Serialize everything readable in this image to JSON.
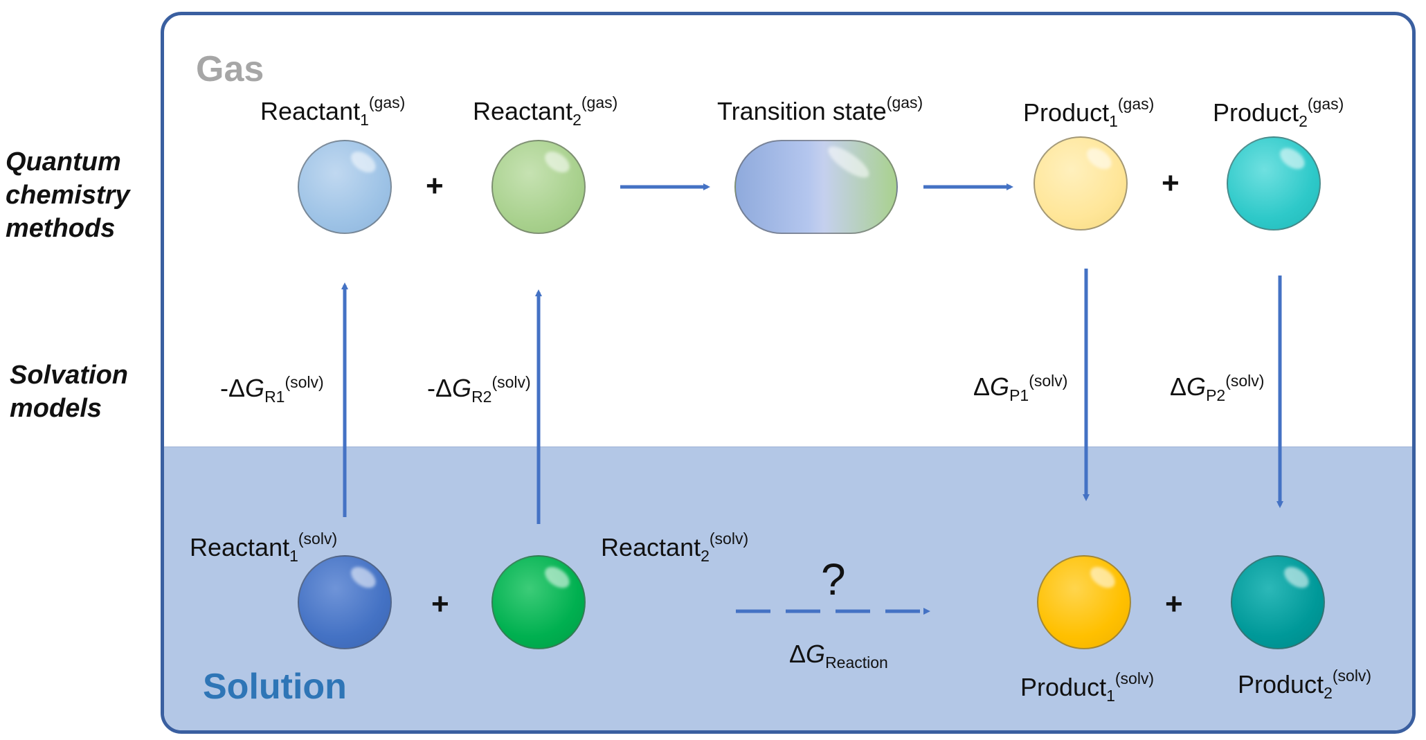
{
  "side_labels": {
    "methods": [
      "Quantum",
      "chemistry",
      "methods"
    ],
    "solvation": [
      "Solvation",
      "models"
    ]
  },
  "regions": {
    "gas": "Gas",
    "solution": "Solution"
  },
  "gas_species": [
    {
      "base": "Reactant",
      "sub": "1",
      "sup": "(gas)",
      "color": "#9ec3e6"
    },
    {
      "base": "Reactant",
      "sub": "2",
      "sup": "(gas)",
      "color": "#a9d18e"
    },
    {
      "base": "Transition state",
      "sub": "",
      "sup": "(gas)",
      "color": "gradient #8faadc to #a9d18e"
    },
    {
      "base": "Product",
      "sub": "1",
      "sup": "(gas)",
      "color": "#ffe699"
    },
    {
      "base": "Product",
      "sub": "2",
      "sup": "(gas)",
      "color": "#2ec9c9"
    }
  ],
  "solv_species": [
    {
      "base": "Reactant",
      "sub": "1",
      "sup": "(solv)",
      "color": "#4472c4"
    },
    {
      "base": "Reactant",
      "sub": "2",
      "sup": "(solv)",
      "color": "#00b050"
    },
    {
      "base": "Product",
      "sub": "1",
      "sup": "(solv)",
      "color": "#ffc000"
    },
    {
      "base": "Product",
      "sub": "2",
      "sup": "(solv)",
      "color": "#009999"
    }
  ],
  "plus_sign": "+",
  "question_mark": "?",
  "energies": {
    "r1": {
      "prefix": "-Δ",
      "G": "G",
      "sub": "R1",
      "sup": "(solv)"
    },
    "r2": {
      "prefix": "-Δ",
      "G": "G",
      "sub": "R2",
      "sup": "(solv)"
    },
    "p1": {
      "prefix": "Δ",
      "G": "G",
      "sub": "P1",
      "sup": "(solv)"
    },
    "p2": {
      "prefix": "Δ",
      "G": "G",
      "sub": "P2",
      "sup": "(solv)"
    },
    "reaction": {
      "prefix": "Δ",
      "G": "G",
      "sub": "Reaction"
    }
  },
  "colors": {
    "arrow": "#4472c4",
    "frame": "#3a5fa0",
    "solution_bg": "#b3c7e6",
    "gas_text": "#a6a6a6",
    "solution_text": "#2e75b6"
  }
}
